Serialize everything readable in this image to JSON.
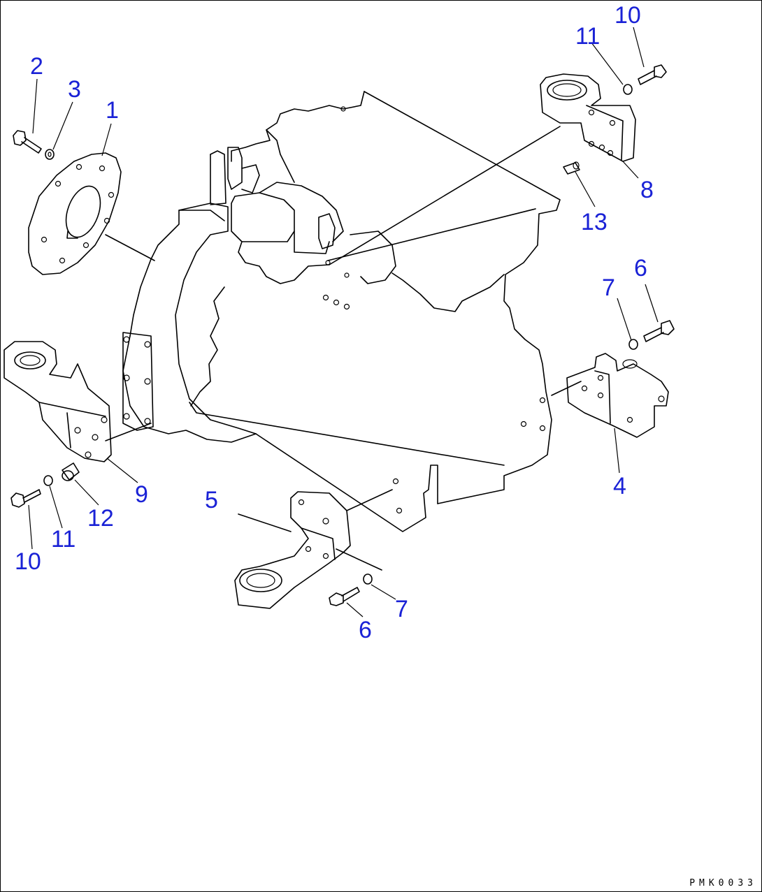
{
  "drawing_code": "PMK0033",
  "callouts": [
    {
      "id": "c1",
      "text": "1"
    },
    {
      "id": "c2",
      "text": "2"
    },
    {
      "id": "c3",
      "text": "3"
    },
    {
      "id": "c4",
      "text": "4"
    },
    {
      "id": "c5",
      "text": "5"
    },
    {
      "id": "c6a",
      "text": "6"
    },
    {
      "id": "c6b",
      "text": "6"
    },
    {
      "id": "c7a",
      "text": "7"
    },
    {
      "id": "c7b",
      "text": "7"
    },
    {
      "id": "c8",
      "text": "8"
    },
    {
      "id": "c9",
      "text": "9"
    },
    {
      "id": "c10a",
      "text": "10"
    },
    {
      "id": "c10b",
      "text": "10"
    },
    {
      "id": "c11a",
      "text": "11"
    },
    {
      "id": "c11b",
      "text": "11"
    },
    {
      "id": "c12",
      "text": "12"
    },
    {
      "id": "c13",
      "text": "13"
    }
  ],
  "colors": {
    "callout": "#1a22d6",
    "line": "#000000",
    "background": "#ffffff"
  }
}
